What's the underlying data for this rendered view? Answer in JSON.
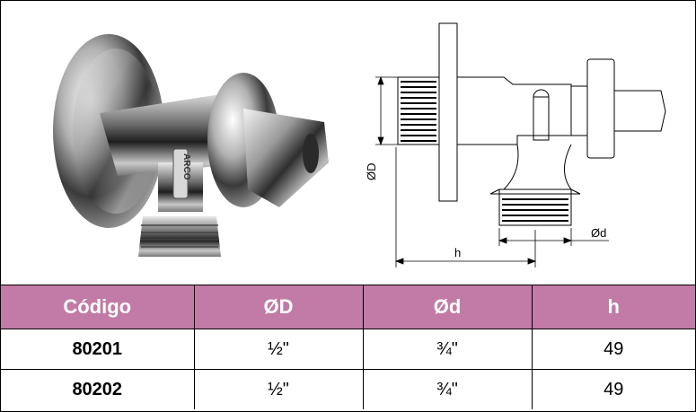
{
  "drawing": {
    "label_OD": "ØD",
    "label_od": "Ød",
    "label_h": "h"
  },
  "product_photo": {
    "marking": "ARCO"
  },
  "table": {
    "headers": [
      "Código",
      "ØD",
      "Ød",
      "h"
    ],
    "rows": [
      [
        "80201",
        "½\"",
        "¾\"",
        "49"
      ],
      [
        "80202",
        "½\"",
        "¾\"",
        "49"
      ]
    ]
  },
  "colors": {
    "header_bg": "#c27aa6",
    "header_text": "#ffffff"
  }
}
